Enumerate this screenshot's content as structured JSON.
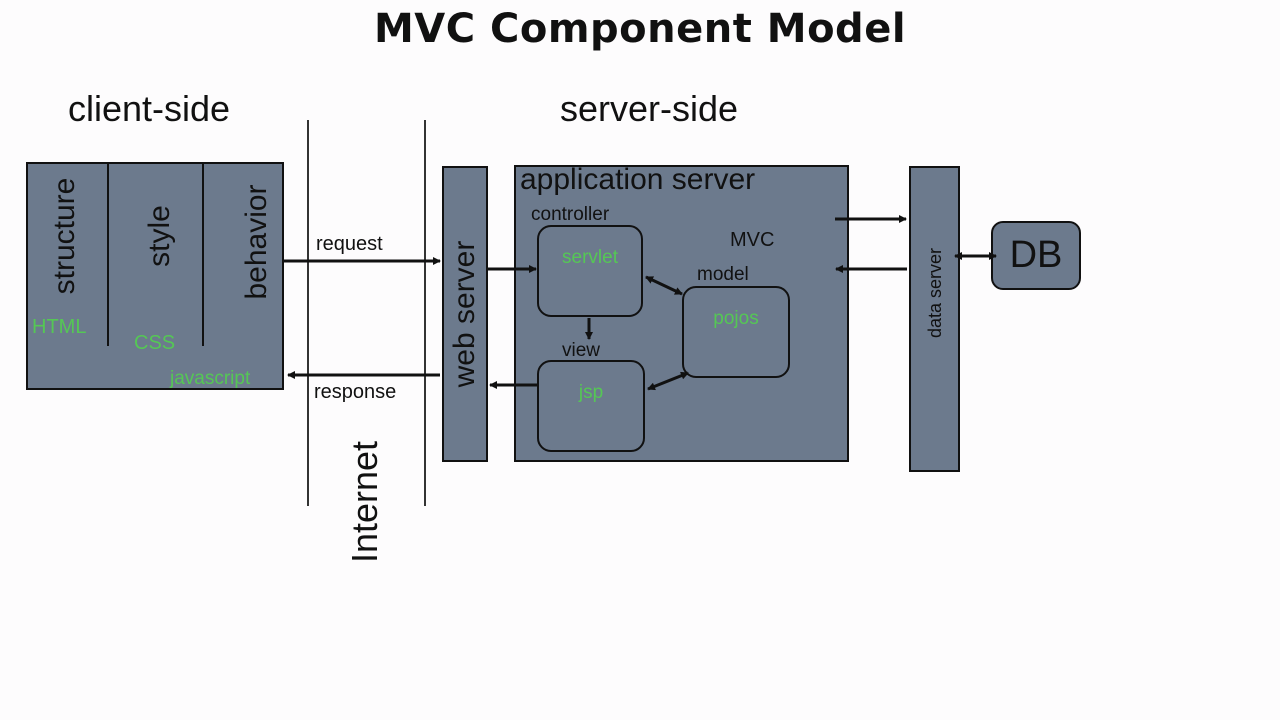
{
  "title": "MVC Component Model",
  "sections": {
    "client": "client-side",
    "server": "server-side"
  },
  "client_box": {
    "structure": "structure",
    "style": "style",
    "behavior": "behavior",
    "html": "HTML",
    "css": "CSS",
    "javascript": "javascript"
  },
  "flow": {
    "request": "request",
    "response": "response",
    "internet": "Internet"
  },
  "web_server": "web server",
  "app_server": {
    "title": "application server",
    "controller": "controller",
    "servlet": "servlet",
    "mvc": "MVC",
    "model": "model",
    "pojos": "pojos",
    "view": "view",
    "jsp": "jsp"
  },
  "data_server": "data server",
  "db": "DB",
  "colors": {
    "box_fill": "#6c7a8d",
    "highlight_text": "#55c755"
  }
}
